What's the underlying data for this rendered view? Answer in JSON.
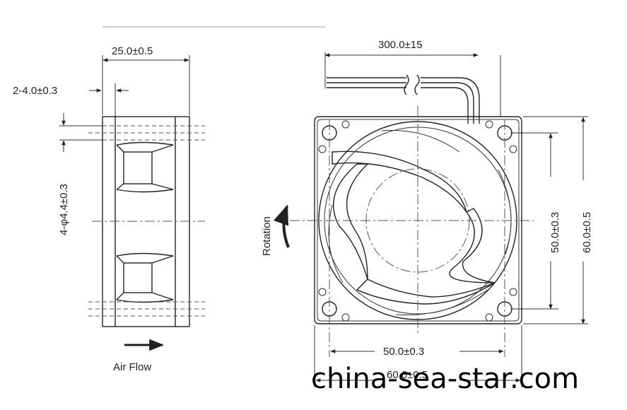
{
  "side_view": {
    "width_dim": "25.0±0.5",
    "hole_pitch_dim": "2-4.0±0.3",
    "hole_dia_dim": "4-φ4.4±0.3",
    "airflow_label": "Air Flow"
  },
  "front_view": {
    "lead_length_dim": "300.0±15",
    "rotation_label": "Rotation",
    "hole_spacing_v_dim": "50.0±0.3",
    "frame_size_v_dim": "60.0±0.5",
    "hole_spacing_h_dim": "50.0±0.3",
    "frame_size_h_dim": "60.0±0.5"
  },
  "watermark": "china-sea-star.com"
}
